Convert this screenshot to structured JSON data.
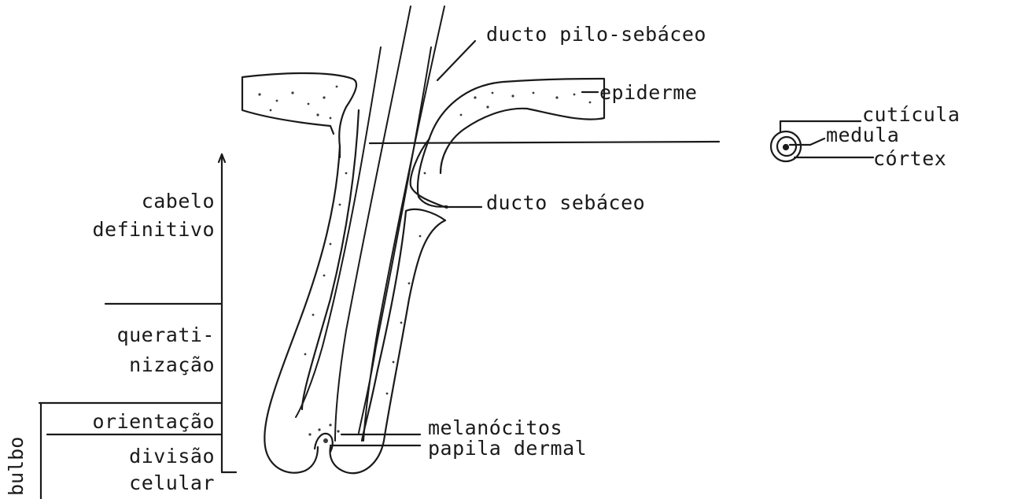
{
  "labels": {
    "ducto_pilo_sebaceo": "ducto pilo-sebáceo",
    "epiderme": "epiderme",
    "ducto_sebaceo": "ducto sebáceo",
    "melanocitos": "melanócitos",
    "papila_dermal": "papila dermal",
    "cuticula": "cutícula",
    "medula": "medula",
    "cortex": "córtex",
    "cabelo": "cabelo",
    "definitivo": "definitivo",
    "querati": "querati-",
    "nizacao": "nização",
    "orientacao": "orientação",
    "divisao": "divisão",
    "celular": "celular",
    "bulbo": "bulbo"
  },
  "colors": {
    "ink": "#1a1a1a",
    "stipple": "#3a3a3a"
  }
}
